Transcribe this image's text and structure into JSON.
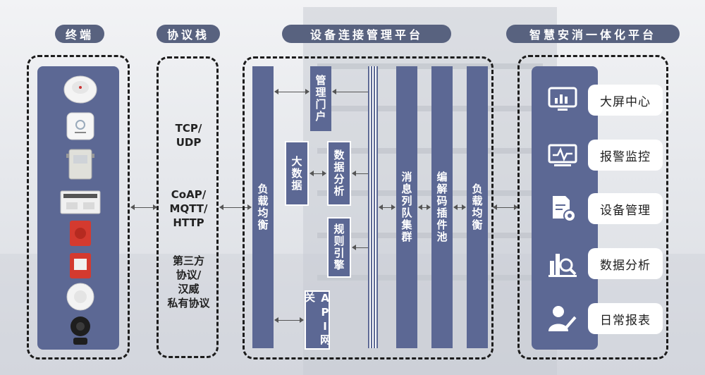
{
  "headers": {
    "terminal": "终端",
    "protocol": "协议栈",
    "platform": "设备连接管理平台",
    "smart": "智慧安消一体化平台"
  },
  "devices": [
    "smoke-detector-icon",
    "wireless-gateway-icon",
    "control-box-icon",
    "electrical-monitor-icon",
    "fire-alarm-bell-icon",
    "manual-call-point-icon",
    "smoke-detector-round-icon",
    "ip-camera-icon"
  ],
  "protocols": {
    "p1_line1": "TCP/",
    "p1_line2": "UDP",
    "p2_line1": "CoAP/",
    "p2_line2": "MQTT/",
    "p2_line3": "HTTP",
    "p3_line1": "第三方",
    "p3_line2": "协议/",
    "p3_line3": "汉威",
    "p3_line4": "私有协议"
  },
  "platform": {
    "load_balancer_left": "负载均衡",
    "portal": "管理门户",
    "big_data": "大数据",
    "data_analysis": "数据分析",
    "rule_engine": "规则引擎",
    "api_gateway": "API网关",
    "message_queue": "消息列队集群",
    "codec_pool": "编解码插件池",
    "load_balancer_right": "负载均衡"
  },
  "apps": [
    {
      "label": "大屏中心",
      "icon": "monitor-chart-icon"
    },
    {
      "label": "报警监控",
      "icon": "alarm-monitor-icon"
    },
    {
      "label": "设备管理",
      "icon": "device-gear-icon"
    },
    {
      "label": "数据分析",
      "icon": "data-magnifier-icon"
    },
    {
      "label": "日常报表",
      "icon": "user-report-icon"
    }
  ],
  "colors": {
    "panel": "#5c6894",
    "header": "#58627f",
    "border": "#1c1c1c"
  }
}
